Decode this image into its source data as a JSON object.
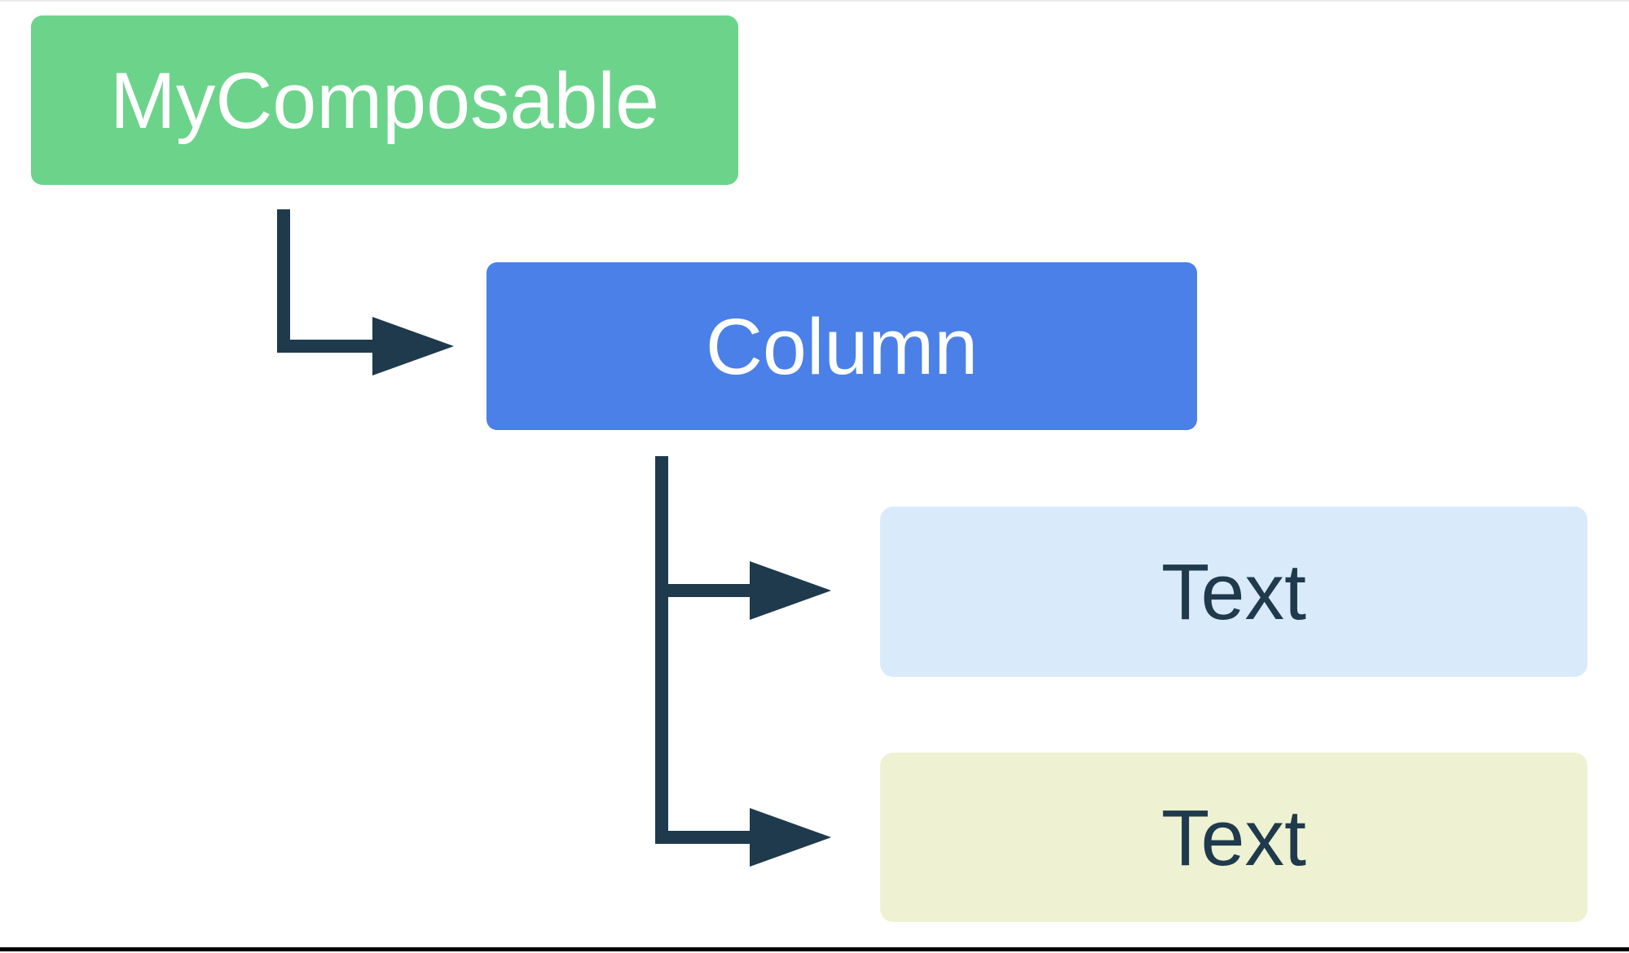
{
  "diagram": {
    "description": "Compose UI tree diagram",
    "nodes": {
      "root": {
        "label": "MyComposable",
        "bg": "#6CD38B",
        "fg": "#FFFFFF"
      },
      "container": {
        "label": "Column",
        "bg": "#4A80E8",
        "fg": "#FFFFFF"
      },
      "leaf1": {
        "label": "Text",
        "bg": "#D9EAFB",
        "fg": "#1E3A4C"
      },
      "leaf2": {
        "label": "Text",
        "bg": "#EEF2D2",
        "fg": "#1E3A4C"
      }
    },
    "connector_color": "#1E3A4C",
    "bottom_rule_color": "#000000"
  }
}
